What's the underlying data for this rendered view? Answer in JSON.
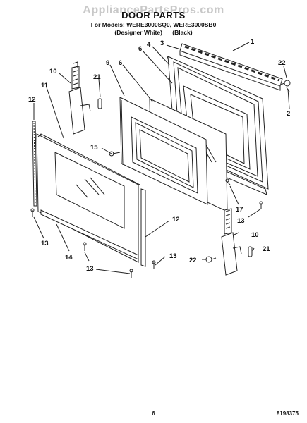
{
  "watermark": "AppliancePartsPros.com",
  "title": "DOOR PARTS",
  "models_line": "For Models: WERE3000SQ0, WERE3000SB0",
  "color_left": "(Designer White)",
  "color_right": "(Black)",
  "page_number": "6",
  "doc_number": "8198375",
  "callouts": [
    "1",
    "2",
    "3",
    "4",
    "6",
    "22",
    "10",
    "21",
    "9",
    "6",
    "11",
    "12",
    "15",
    "17",
    "13",
    "10",
    "21",
    "22",
    "12",
    "13",
    "13",
    "14",
    "13"
  ]
}
